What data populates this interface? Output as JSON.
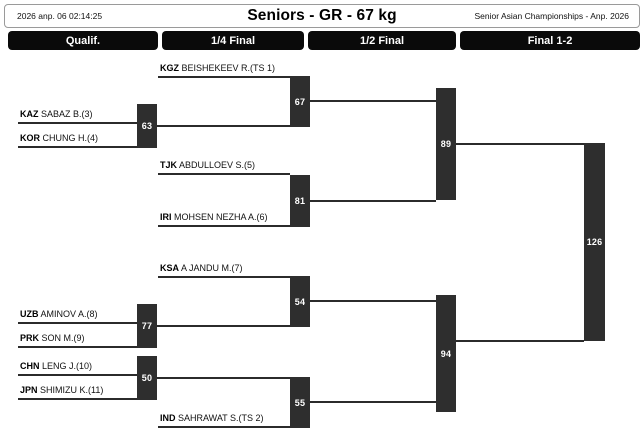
{
  "header": {
    "date": "2026 anp. 06 02:14:25",
    "title": "Seniors - GR - 67 kg",
    "event": "Senior Asian Championships - Anp. 2026"
  },
  "rounds": [
    {
      "label": "Qualif."
    },
    {
      "label": "1/4 Final"
    },
    {
      "label": "1/2 Final"
    },
    {
      "label": "Final 1-2"
    }
  ],
  "athletes": {
    "kgz": {
      "noc": "KGZ",
      "name": " BEISHEKEEV R.(TS 1)"
    },
    "kaz": {
      "noc": "KAZ",
      "name": " SABAZ B.(3)"
    },
    "kor": {
      "noc": "KOR",
      "name": " CHUNG H.(4)"
    },
    "tjk": {
      "noc": "TJK",
      "name": " ABDULLOEV S.(5)"
    },
    "iri": {
      "noc": "IRI",
      "name": " MOHSEN NEZHA A.(6)"
    },
    "ksa": {
      "noc": "KSA",
      "name": " A JANDU M.(7)"
    },
    "uzb": {
      "noc": "UZB",
      "name": " AMINOV A.(8)"
    },
    "prk": {
      "noc": "PRK",
      "name": " SON M.(9)"
    },
    "chn": {
      "noc": "CHN",
      "name": " LENG J.(10)"
    },
    "jpn": {
      "noc": "JPN",
      "name": " SHIMIZU K.(11)"
    },
    "ind": {
      "noc": "IND",
      "name": " SAHRAWAT S.(TS 2)"
    }
  },
  "bouts": {
    "qualif_1": "63",
    "qualif_2": "77",
    "qualif_3": "50",
    "quarter_1": "67",
    "quarter_2": "81",
    "quarter_3": "54",
    "quarter_4": "55",
    "semi_1": "89",
    "semi_2": "94",
    "final": "126"
  },
  "colors": {
    "bout_box": "#2e2e2e",
    "round_bar": "#0a0a0a",
    "line": "#2b2b2b"
  }
}
